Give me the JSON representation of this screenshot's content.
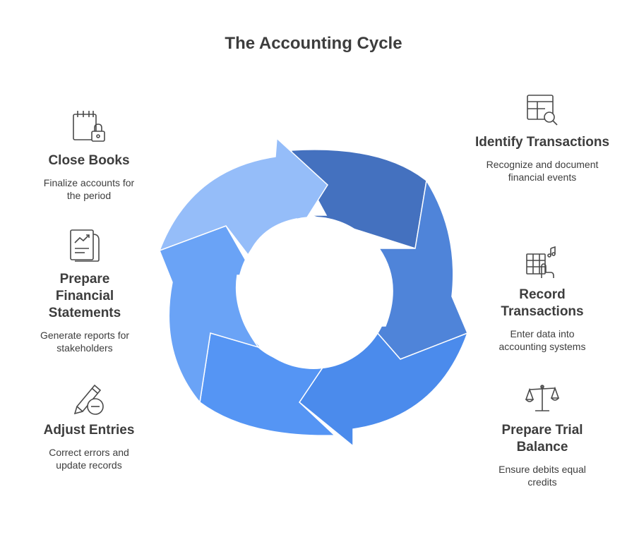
{
  "title": "The Accounting Cycle",
  "steps": [
    {
      "name": "Identify Transactions",
      "desc": "Recognize and document financial events",
      "icon": "table-search-icon",
      "color": "#4471bf"
    },
    {
      "name": "Record Transactions",
      "desc": "Enter data into accounting systems",
      "icon": "spreadsheet-touch-icon",
      "color": "#4f84d9"
    },
    {
      "name": "Prepare Trial Balance",
      "desc": "Ensure debits equal credits",
      "icon": "balance-scale-icon",
      "color": "#4b8bec"
    },
    {
      "name": "Adjust Entries",
      "desc": "Correct errors and update records",
      "icon": "pencil-minus-icon",
      "color": "#5595f4"
    },
    {
      "name": "Prepare Financial Statements",
      "desc": "Generate reports for stakeholders",
      "icon": "report-chart-icon",
      "color": "#6aa3f6"
    },
    {
      "name": "Close Books",
      "desc": "Finalize accounts for the period",
      "icon": "calendar-lock-icon",
      "color": "#95bdf9"
    }
  ]
}
